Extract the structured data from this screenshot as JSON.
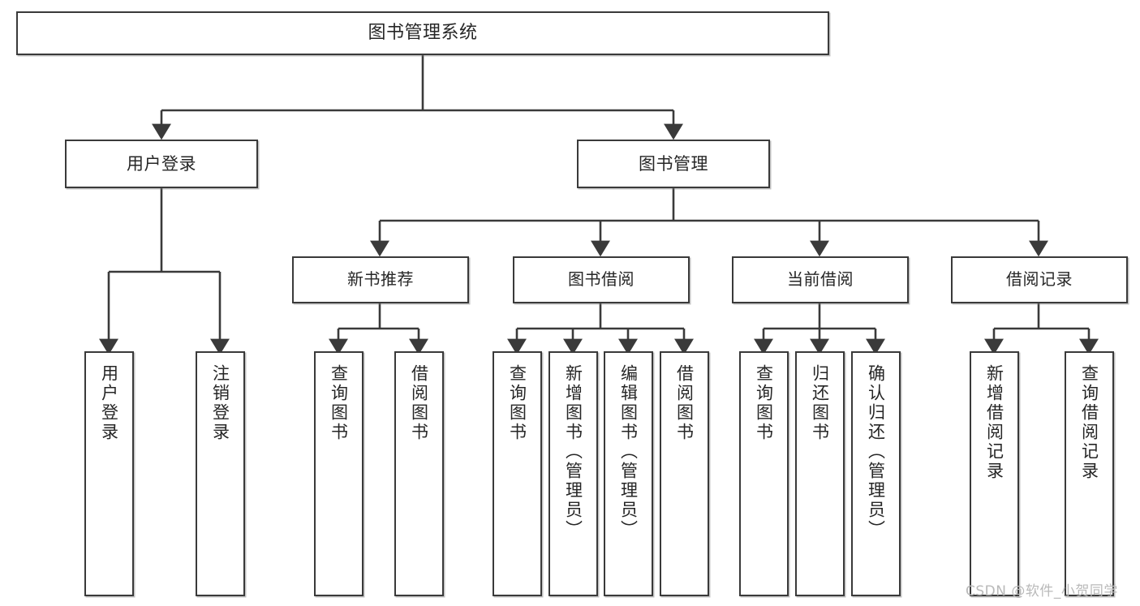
{
  "diagram": {
    "title": "图书管理系统",
    "type": "tree-hierarchy",
    "watermark": "CSDN @软件_小贺同学",
    "colors": {
      "box_border": "#3a3a3a",
      "box_fill": "#ffffff",
      "connector": "#3a3a3a",
      "text": "#262626",
      "watermark": "#b9b9b9"
    },
    "root": {
      "label": "图书管理系统"
    },
    "level2": [
      {
        "label": "用户登录"
      },
      {
        "label": "图书管理"
      }
    ],
    "level3": [
      {
        "label": "新书推荐"
      },
      {
        "label": "图书借阅"
      },
      {
        "label": "当前借阅"
      },
      {
        "label": "借阅记录"
      }
    ],
    "leaves": {
      "user_login": [
        {
          "label": "用户登录"
        },
        {
          "label": "注销登录"
        }
      ],
      "new_book_recommend": [
        {
          "label": "查询图书"
        },
        {
          "label": "借阅图书"
        }
      ],
      "book_borrow": [
        {
          "label": "查询图书"
        },
        {
          "label": "新增图书（管理员）"
        },
        {
          "label": "编辑图书（管理员）"
        },
        {
          "label": "借阅图书"
        }
      ],
      "current_borrow": [
        {
          "label": "查询图书"
        },
        {
          "label": "归还图书"
        },
        {
          "label": "确认归还（管理员）"
        }
      ],
      "borrow_record": [
        {
          "label": "新增借阅记录"
        },
        {
          "label": "查询借阅记录"
        }
      ]
    }
  }
}
